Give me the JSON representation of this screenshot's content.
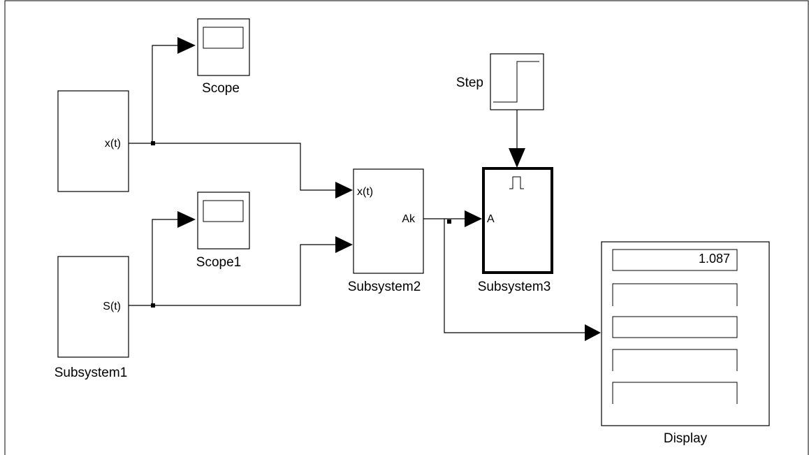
{
  "blocks": {
    "subsystem_top": {
      "port_out": "x(t)"
    },
    "subsystem1": {
      "name": "Subsystem1",
      "port_out": "S(t)"
    },
    "scope": {
      "name": "Scope"
    },
    "scope1": {
      "name": "Scope1"
    },
    "subsystem2": {
      "name": "Subsystem2",
      "port_in": "x(t)",
      "port_out": "Ak"
    },
    "step": {
      "name": "Step"
    },
    "subsystem3": {
      "name": "Subsystem3",
      "port_in": "A"
    },
    "display": {
      "name": "Display",
      "value": "1.087"
    }
  }
}
